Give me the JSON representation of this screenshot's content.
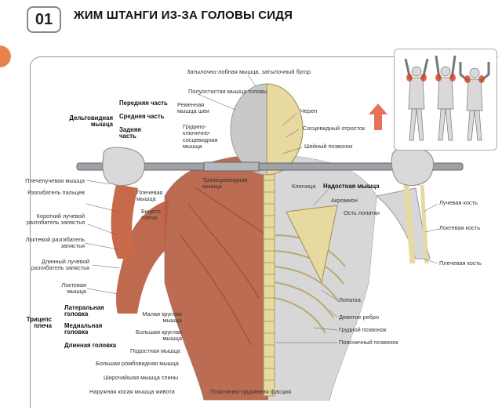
{
  "header": {
    "number": "01",
    "title": "ЖИМ ШТАНГИ ИЗ-ЗА ГОЛОВЫ СИДЯ"
  },
  "labels": {
    "occipitofrontal": "Затылочно-лобная мышца, затылочный бугор",
    "semispinalis": "Полуостистая мышца головы",
    "front_part": "Передняя часть",
    "middle_part": "Средняя часть",
    "rear_part": "Задняя часть",
    "deltoid": "Дельтовидная мышца",
    "brachioradialis_shoulder": "Плечелучевая мышца",
    "wrist_extensor": "Разгибатель пальцев",
    "ext_carpi_radialis_brevis": "Короткий лучевой разгибатель запястья",
    "ext_carpi_ulnaris": "Локтевой разгибатель запястья",
    "ext_carpi_radialis_longus": "Длинный лучевой разгибатель запястья",
    "anconeus": "Локтевая мышца",
    "triceps": "Трицепс плеча",
    "lateral_head": "Латеральная головка",
    "medial_head": "Медиальная головка",
    "long_head": "Длинная головка",
    "brachialis": "Плечевая мышца",
    "biceps": "Бицепс плеча",
    "splenius": "Ременная мышца шеи",
    "scm": "Грудино-ключично-сосцевидная мышца",
    "trapezius": "Трапециевидная мышца",
    "skull": "Череп",
    "mastoid": "Сосцевидный отросток",
    "cervical_vertebra": "Шейный позвонок",
    "clavicle": "Ключица",
    "supraspinatus": "Надостная мышца",
    "acromion": "Акромион",
    "scapular_spine": "Ость лопатки",
    "radius": "Лучевая кость",
    "ulna": "Локтевая кость",
    "humerus": "Плечевая кость",
    "scapula": "Лопатка",
    "tenth_rib": "Девятое ребро",
    "thoracic_vertebra": "Грудной позвонок",
    "lumbar_vertebra": "Поясничный позвонок",
    "teres_minor": "Малая круглая мышца",
    "teres_major": "Большая круглая мышца",
    "infraspinatus": "Подостная мышца",
    "rhomboid_major": "Большая ромбовидная мышца",
    "latissimus": "Широчайшая мышца спины",
    "external_oblique": "Наружная косая мышца живота",
    "thoracolumbar_fascia": "Пояснично-грудинная фасция"
  },
  "colors": {
    "accent": "#e8824a",
    "arrow": "#e0502f",
    "muscle": "#b85a3c",
    "bone": "#e7d9a0",
    "skin": "#d9d9d9"
  }
}
